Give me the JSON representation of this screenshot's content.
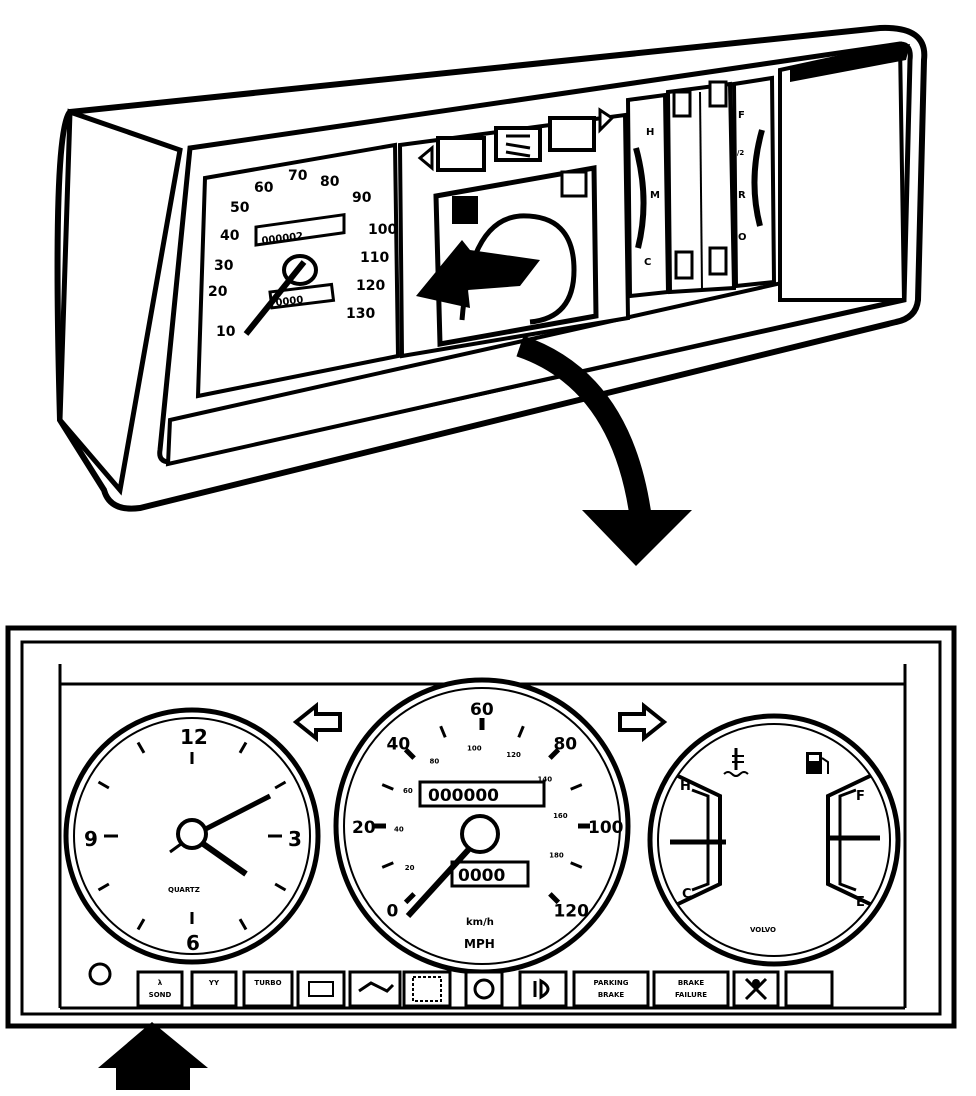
{
  "top_speedometer": {
    "scale_labels": [
      "10",
      "20",
      "30",
      "40",
      "50",
      "60",
      "70",
      "80",
      "90",
      "100",
      "110",
      "120",
      "130"
    ],
    "odometer": "000002",
    "trip": "0000"
  },
  "top_gauges": {
    "temp_labels": [
      "H",
      "M",
      "C"
    ],
    "fuel_labels": [
      "F",
      "1/2",
      "R",
      "O"
    ]
  },
  "clock": {
    "numerals": [
      "12",
      "3",
      "6",
      "9"
    ],
    "brand": "QUARTZ"
  },
  "speedometer": {
    "mph_labels": [
      "0",
      "20",
      "40",
      "60",
      "80",
      "100",
      "120"
    ],
    "kmh_labels": [
      "20",
      "40",
      "60",
      "80",
      "100",
      "120",
      "140",
      "160",
      "180"
    ],
    "odometer": "000000",
    "trip": "0000",
    "unit_kmh": "km/h",
    "unit_mph": "MPH"
  },
  "combo_gauge": {
    "temp_labels": [
      "H",
      "C"
    ],
    "fuel_labels": [
      "F",
      "E"
    ],
    "brand": "VOLVO"
  },
  "warning_lights": [
    {
      "label": "λ\nSOND",
      "icon": "lambda-sond-icon"
    },
    {
      "label": "ΥΥ",
      "icon": "glow-plug-icon"
    },
    {
      "label": "TURBO",
      "icon": "turbo-icon"
    },
    {
      "label": "",
      "icon": "battery-icon"
    },
    {
      "label": "",
      "icon": "oil-can-icon"
    },
    {
      "label": "",
      "icon": "bulb-failure-icon"
    },
    {
      "label": "",
      "icon": "circle-warning-icon"
    },
    {
      "label": "",
      "icon": "headlight-icon"
    },
    {
      "label": "PARKING\nBRAKE",
      "icon": "parking-brake-icon"
    },
    {
      "label": "BRAKE\nFAILURE",
      "icon": "brake-failure-icon"
    },
    {
      "label": "",
      "icon": "seatbelt-icon"
    },
    {
      "label": "",
      "icon": "blank-lamp-icon"
    }
  ]
}
